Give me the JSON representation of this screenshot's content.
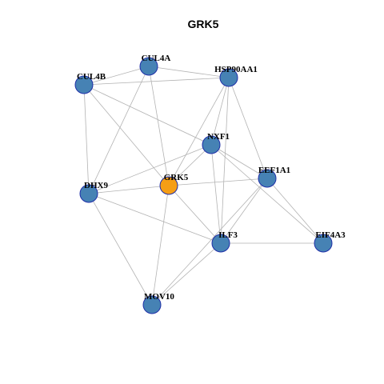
{
  "title": "GRK5",
  "colors": {
    "hub": "#F59E16",
    "node": "#4682B4",
    "border": "#1F2FA8",
    "edge": "#B3B3B3"
  },
  "nodes": [
    {
      "id": "CUL4A",
      "label": "CUL4A",
      "type": "node"
    },
    {
      "id": "HSP90AA1",
      "label": "HSP90AA1",
      "type": "node"
    },
    {
      "id": "CUL4B",
      "label": "CUL4B",
      "type": "node"
    },
    {
      "id": "NXF1",
      "label": "NXF1",
      "type": "node"
    },
    {
      "id": "EEF1A1",
      "label": "EEF1A1",
      "type": "node"
    },
    {
      "id": "DHX9",
      "label": "DHX9",
      "type": "node"
    },
    {
      "id": "GRK5",
      "label": "GRK5",
      "type": "hub"
    },
    {
      "id": "ILF3",
      "label": "ILF3",
      "type": "node"
    },
    {
      "id": "EIF4A3",
      "label": "EIF4A3",
      "type": "node"
    },
    {
      "id": "MOV10",
      "label": "MOV10",
      "type": "node"
    }
  ],
  "edges": [
    [
      "CUL4A",
      "HSP90AA1"
    ],
    [
      "CUL4A",
      "CUL4B"
    ],
    [
      "CUL4A",
      "DHX9"
    ],
    [
      "CUL4A",
      "GRK5"
    ],
    [
      "CUL4B",
      "HSP90AA1"
    ],
    [
      "CUL4B",
      "DHX9"
    ],
    [
      "CUL4B",
      "NXF1"
    ],
    [
      "CUL4B",
      "GRK5"
    ],
    [
      "HSP90AA1",
      "NXF1"
    ],
    [
      "HSP90AA1",
      "EEF1A1"
    ],
    [
      "HSP90AA1",
      "GRK5"
    ],
    [
      "HSP90AA1",
      "ILF3"
    ],
    [
      "NXF1",
      "DHX9"
    ],
    [
      "NXF1",
      "GRK5"
    ],
    [
      "NXF1",
      "EEF1A1"
    ],
    [
      "NXF1",
      "ILF3"
    ],
    [
      "NXF1",
      "EIF4A3"
    ],
    [
      "EEF1A1",
      "GRK5"
    ],
    [
      "EEF1A1",
      "ILF3"
    ],
    [
      "EEF1A1",
      "EIF4A3"
    ],
    [
      "EEF1A1",
      "MOV10"
    ],
    [
      "DHX9",
      "GRK5"
    ],
    [
      "DHX9",
      "ILF3"
    ],
    [
      "DHX9",
      "MOV10"
    ],
    [
      "GRK5",
      "ILF3"
    ],
    [
      "GRK5",
      "MOV10"
    ],
    [
      "ILF3",
      "EIF4A3"
    ],
    [
      "ILF3",
      "MOV10"
    ]
  ]
}
